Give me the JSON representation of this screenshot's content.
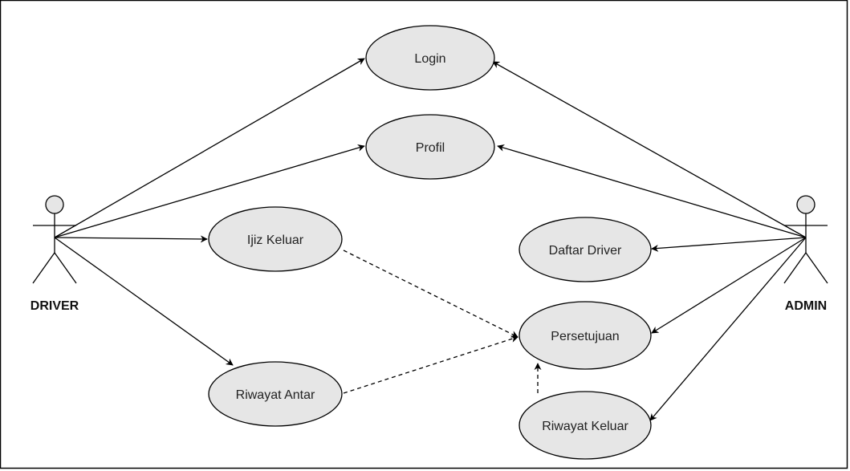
{
  "diagram": {
    "actors": {
      "driver": {
        "label": "DRIVER"
      },
      "admin": {
        "label": "ADMIN"
      }
    },
    "use_cases": {
      "login": "Login",
      "profil": "Profil",
      "ijiz_keluar": "Ijiz Keluar",
      "riwayat_antar": "Riwayat Antar",
      "daftar_driver": "Daftar Driver",
      "persetujuan": "Persetujuan",
      "riwayat_keluar": "Riwayat Keluar"
    },
    "associations": [
      {
        "from": "DRIVER",
        "to": "Login",
        "style": "solid"
      },
      {
        "from": "DRIVER",
        "to": "Profil",
        "style": "solid"
      },
      {
        "from": "DRIVER",
        "to": "Ijiz Keluar",
        "style": "solid"
      },
      {
        "from": "DRIVER",
        "to": "Riwayat Antar",
        "style": "solid"
      },
      {
        "from": "ADMIN",
        "to": "Login",
        "style": "solid"
      },
      {
        "from": "ADMIN",
        "to": "Profil",
        "style": "solid"
      },
      {
        "from": "ADMIN",
        "to": "Daftar Driver",
        "style": "solid"
      },
      {
        "from": "ADMIN",
        "to": "Persetujuan",
        "style": "solid"
      },
      {
        "from": "ADMIN",
        "to": "Riwayat Keluar",
        "style": "solid"
      },
      {
        "from": "Ijiz Keluar",
        "to": "Persetujuan",
        "style": "dashed"
      },
      {
        "from": "Riwayat Antar",
        "to": "Persetujuan",
        "style": "dashed"
      },
      {
        "from": "Riwayat Keluar",
        "to": "Persetujuan",
        "style": "dashed"
      }
    ],
    "colors": {
      "use_case_fill": "#e6e6e6",
      "actor_fill": "#e6e6e6",
      "stroke": "#000000",
      "border": "#000000"
    }
  }
}
